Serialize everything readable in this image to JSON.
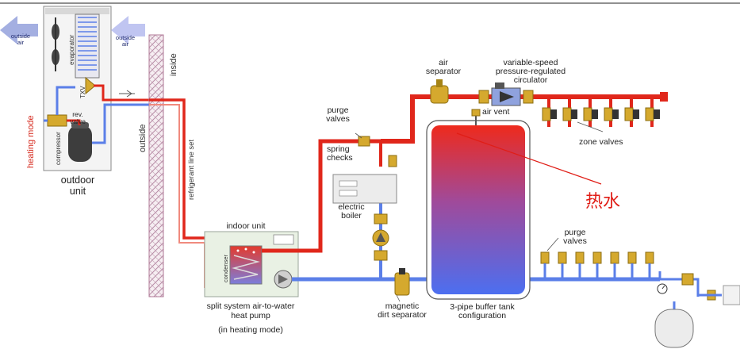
{
  "labels": {
    "outdoor_unit": "outdoor\nunit",
    "outdoor_unit_line1": "outdoor",
    "outdoor_unit_line2": "unit",
    "evaporator": "evaporator",
    "txv": "TXV",
    "rev_valve_line1": "rev.",
    "rev_valve_line2": "valve",
    "compressor": "compressor",
    "heating_mode": "heating mode",
    "outside_air_left_1": "outside",
    "outside_air_left_2": "air",
    "outside_air_right_1": "outside",
    "outside_air_right_2": "air",
    "inside": "inside",
    "outside": "outside",
    "refrigerant_line_set": "refrigerant line set",
    "indoor_unit": "indoor unit",
    "condenser": "condenser",
    "split_system_1": "split system air-to-water",
    "split_system_2": "heat pump",
    "split_system_3": "(in heating mode)",
    "purge_valves_top_1": "purge",
    "purge_valves_top_2": "valves",
    "spring_checks_1": "spring",
    "spring_checks_2": "checks",
    "air_separator_1": "air",
    "air_separator_2": "separator",
    "circulator_1": "variable-speed",
    "circulator_2": "pressure-regulated",
    "circulator_3": "circulator",
    "air_vent": "air vent",
    "zone_valves": "zone valves",
    "hot_water_cn": "热水",
    "electric_boiler_1": "electric",
    "electric_boiler_2": "boiler",
    "magnetic_1": "magnetic",
    "magnetic_2": "dirt separator",
    "buffer_tank_1": "3-pipe buffer tank",
    "buffer_tank_2": "configuration",
    "purge_valves_bottom_1": "purge",
    "purge_valves_bottom_2": "valves"
  },
  "colors": {
    "hot_pipe": "#e0271b",
    "cold_pipe": "#5b7fe8",
    "light_hot": "#f08a7e",
    "light_cold": "#9db6f2",
    "brass": "#c9a227",
    "annotation_red": "#e01d16"
  },
  "icons": {
    "left_arrow": "outside-air-out-arrow-icon",
    "right_arrow": "outside-air-in-arrow-icon",
    "fan": "fan-icon",
    "circulator": "circulator-pump-icon",
    "expansion_tank": "expansion-tank-icon",
    "gauge": "pressure-gauge-icon"
  }
}
